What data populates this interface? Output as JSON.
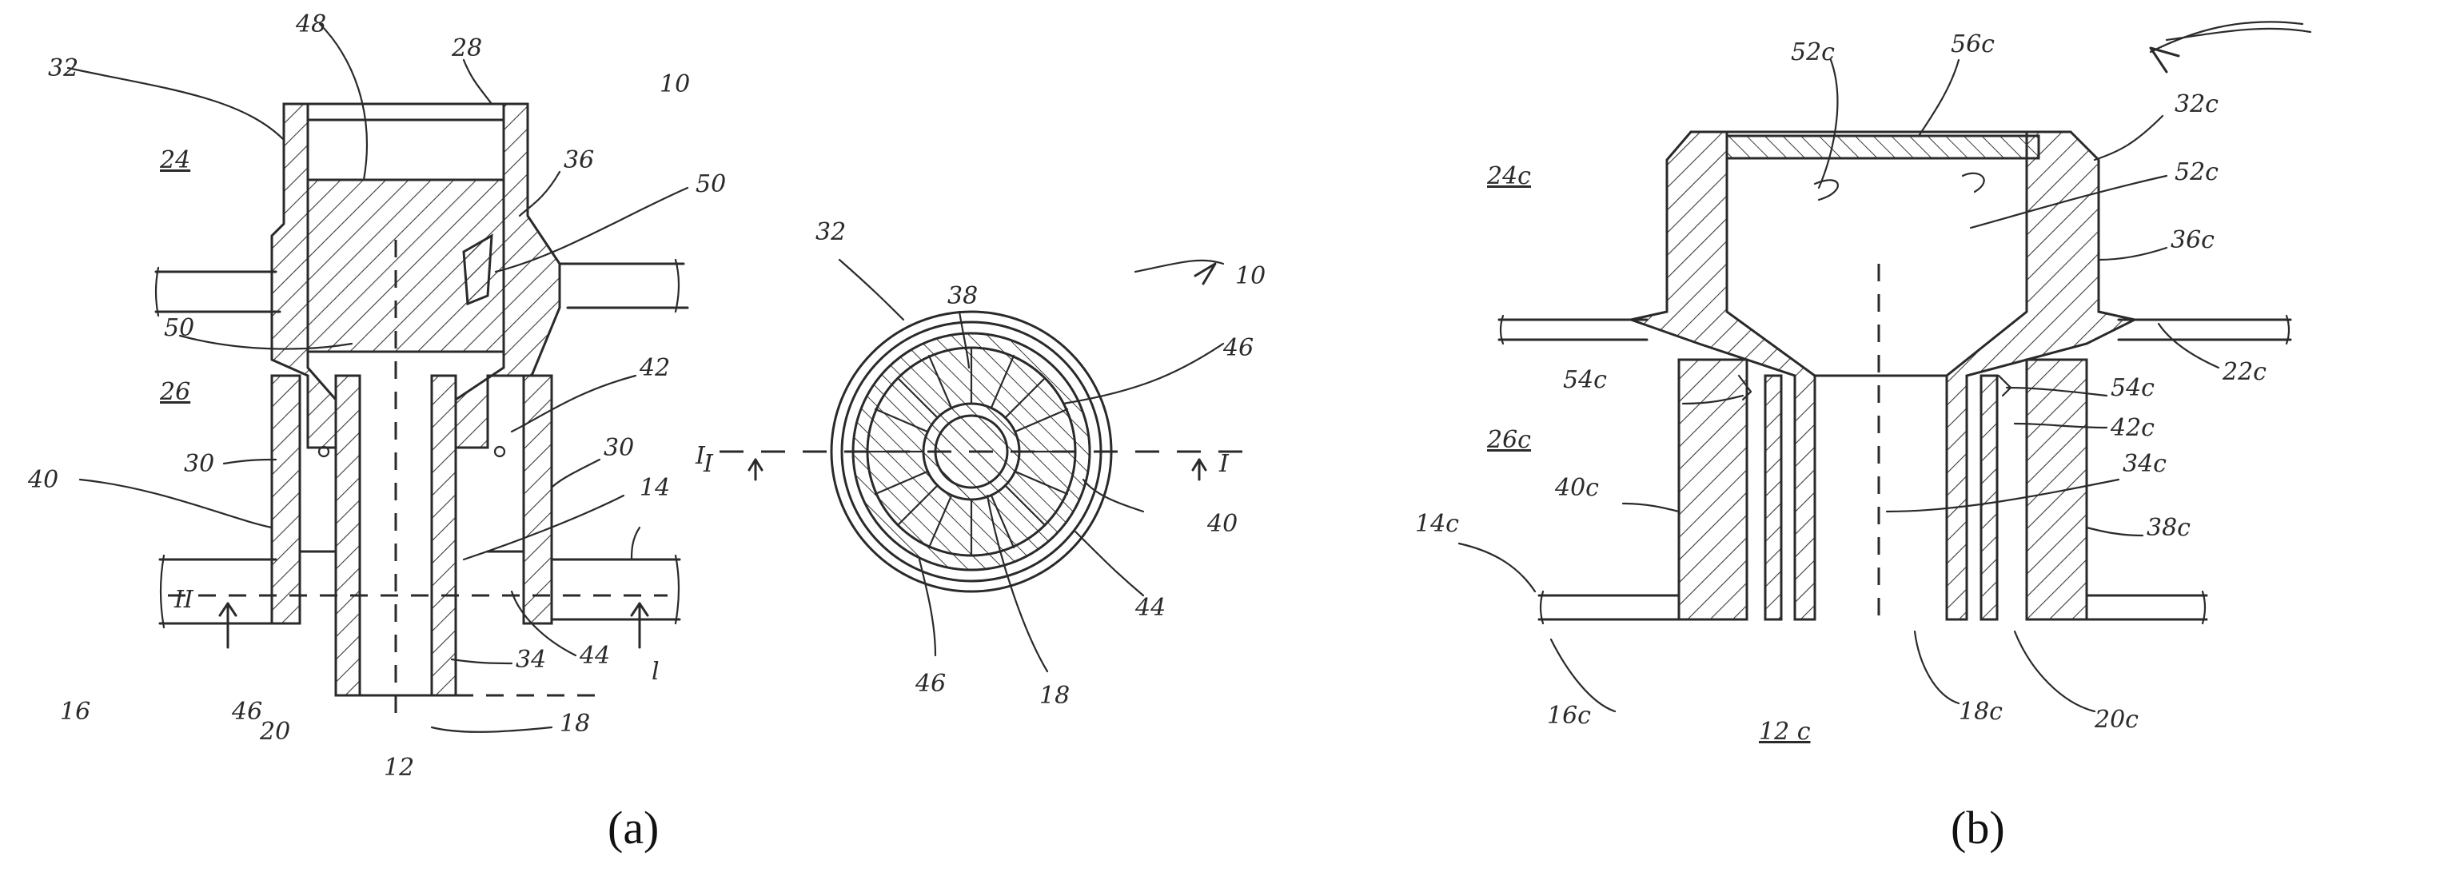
{
  "panels": [
    {
      "id": "a",
      "label": "(a)"
    },
    {
      "id": "b",
      "label": "(b)"
    }
  ],
  "refs_a": {
    "r48": "48",
    "r28": "28",
    "r32": "32",
    "r10": "10",
    "r24": "24",
    "r36": "36",
    "r50a": "50",
    "r50b": "50",
    "r26": "26",
    "r42": "42",
    "r30a": "30",
    "r30b": "30",
    "r40": "40",
    "r14": "14",
    "r16": "16",
    "r46": "46",
    "r20": "20",
    "r34": "34",
    "r44": "44",
    "r18": "18",
    "r12": "12",
    "rI": "I",
    "rII": "II",
    "rl": "l"
  },
  "refs_a2": {
    "r32": "32",
    "r38": "38",
    "r10": "10",
    "r46a": "46",
    "r40": "40",
    "r44": "44",
    "r46b": "46",
    "r18": "18",
    "rIleft": "I",
    "rIright": "I"
  },
  "refs_b": {
    "r52a": "52c",
    "r56": "56c",
    "r32": "32c",
    "r52b": "52c",
    "r24": "24c",
    "r36": "36c",
    "r22": "22c",
    "r54a": "54c",
    "r54b": "54c",
    "r42": "42c",
    "r26": "26c",
    "r34": "34c",
    "r40": "40c",
    "r14": "14c",
    "r38": "38c",
    "r16": "16c",
    "r18": "18c",
    "r20": "20c",
    "r12": "12 c"
  }
}
